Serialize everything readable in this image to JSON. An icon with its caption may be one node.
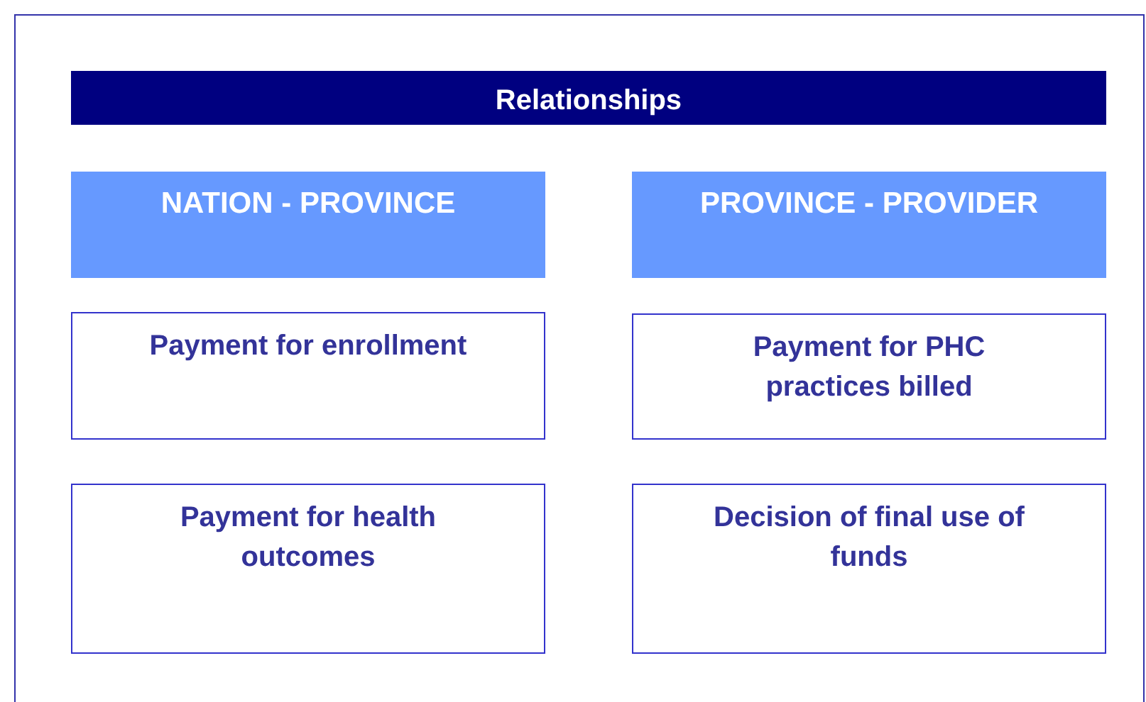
{
  "diagram": {
    "nodes": [
      {
        "text": [
          "Relationships"
        ]
      },
      {
        "text": [
          "NATION - PROVINCE"
        ]
      },
      {
        "text": [
          "PROVINCE - PROVIDER"
        ]
      },
      {
        "text": [
          "Payment for enrollment"
        ]
      },
      {
        "text": [
          "Payment for PHC practices billed"
        ]
      },
      {
        "text": [
          "Payment for health outcomes"
        ]
      },
      {
        "text": [
          "Decision of final use of funds"
        ]
      }
    ]
  }
}
